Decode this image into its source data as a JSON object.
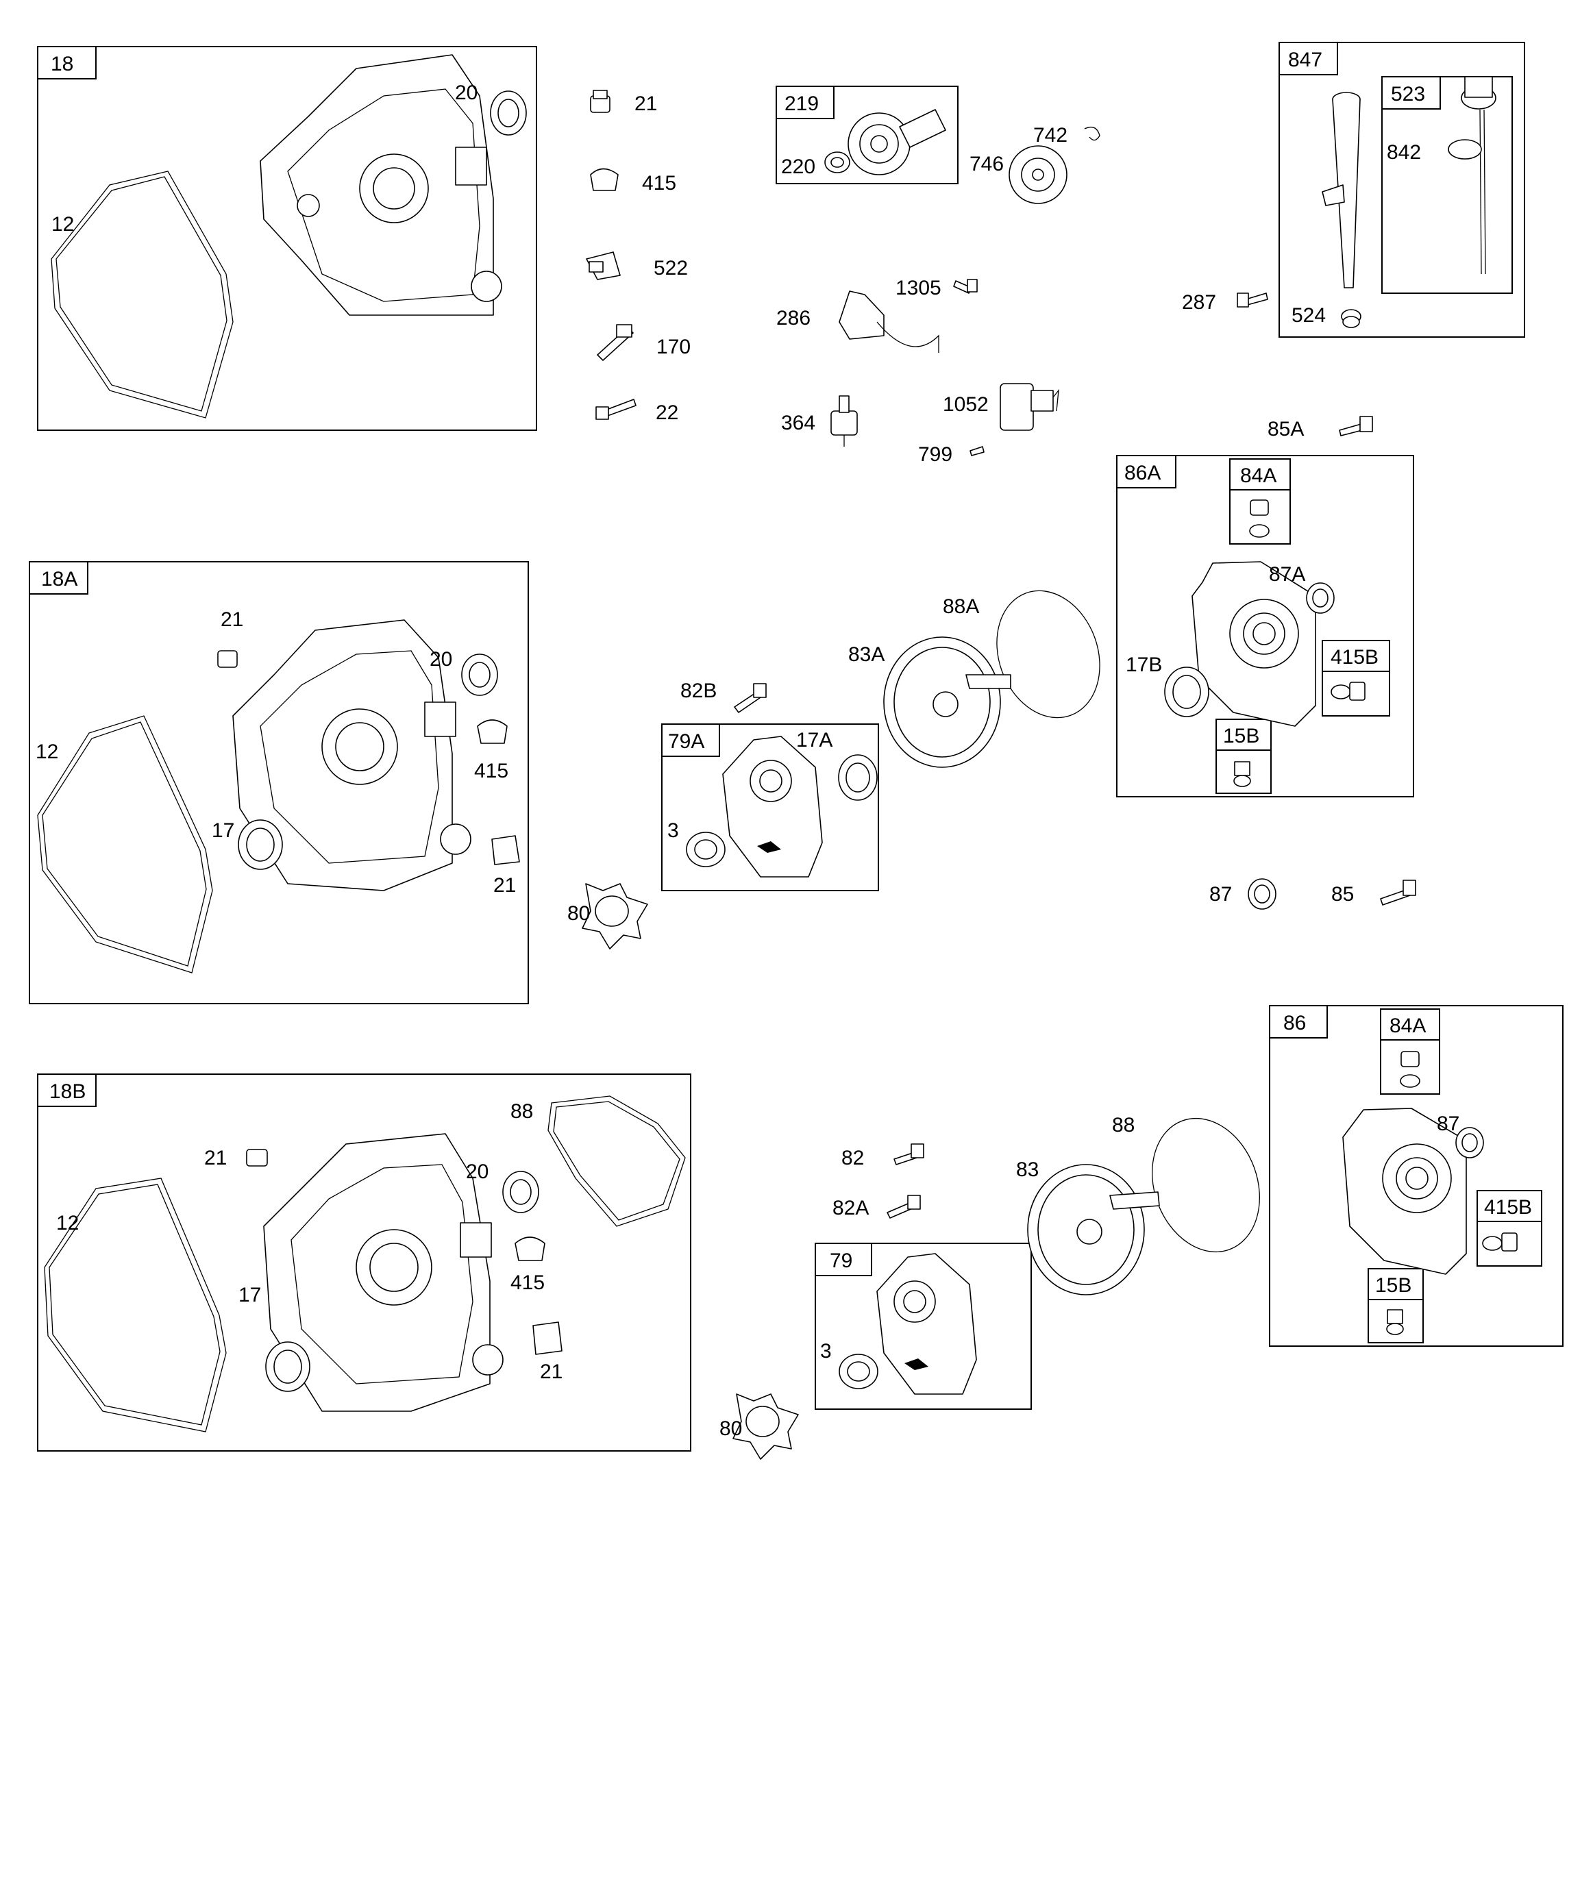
{
  "diagram": {
    "groups": [
      {
        "key": "g18",
        "label": "18"
      },
      {
        "key": "g18a",
        "label": "18A"
      },
      {
        "key": "g18b",
        "label": "18B"
      },
      {
        "key": "g219",
        "label": "219"
      },
      {
        "key": "g847",
        "label": "847"
      },
      {
        "key": "g523",
        "label": "523"
      },
      {
        "key": "g86a",
        "label": "86A"
      },
      {
        "key": "g84a1",
        "label": "84A"
      },
      {
        "key": "g415b1",
        "label": "415B"
      },
      {
        "key": "g15b1",
        "label": "15B"
      },
      {
        "key": "g79a",
        "label": "79A"
      },
      {
        "key": "g86",
        "label": "86"
      },
      {
        "key": "g84a2",
        "label": "84A"
      },
      {
        "key": "g415b2",
        "label": "415B"
      },
      {
        "key": "g15b2",
        "label": "15B"
      },
      {
        "key": "g79",
        "label": "79"
      }
    ],
    "callouts": [
      "12",
      "20",
      "21",
      "415",
      "522",
      "170",
      "22",
      "220",
      "746",
      "742",
      "286",
      "1305",
      "364",
      "1052",
      "799",
      "842",
      "287",
      "524",
      "85A",
      "87A",
      "17B",
      "88A",
      "83A",
      "82B",
      "17A",
      "3",
      "12",
      "17",
      "415",
      "21",
      "21",
      "20",
      "80",
      "87",
      "85",
      "12",
      "21",
      "20",
      "88",
      "17",
      "415",
      "21",
      "82",
      "82A",
      "83",
      "88",
      "87",
      "3",
      "80"
    ]
  }
}
